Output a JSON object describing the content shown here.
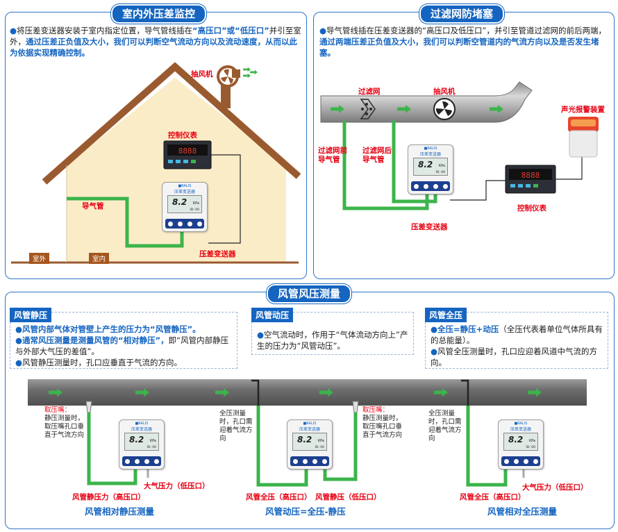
{
  "panels": {
    "indoor": {
      "title": "室内外压差监控",
      "desc_plain1": "将压差变送器安装于室内指定位置，导气管线插在",
      "desc_q1": "“高压口”或“低压口”",
      "desc_plain2": "并引至室外，",
      "desc_blue": "通过压差正负值及大小，我们可以判断空气流动方向以及流动速度，从而以此为依据实现精确控制。",
      "labels": {
        "fan": "抽风机",
        "controller": "控制仪表",
        "tube": "导气管",
        "transmitter": "压差变送器",
        "outdoor": "室外",
        "indoor": "室内"
      }
    },
    "filter": {
      "title": "过滤网防堵塞",
      "desc_plain": "导气管线插在压差变送器的“高压口及低压口”，并引至管道过滤网的前后两端，",
      "desc_blue": "通过两端压差正负值及大小，我们可以判断空管道内的气流方向以及是否发生堵塞。",
      "labels": {
        "filter": "过滤网",
        "fan": "抽风机",
        "alarm": "声光报警装置",
        "before_tube": "过滤网前导气管",
        "after_tube": "过滤网后导气管",
        "controller": "控制仪表",
        "transmitter": "压差变送器"
      }
    },
    "duct": {
      "title": "风管风压测量",
      "static": {
        "tag": "风管静压",
        "line1_blue": "风管内部气体对管壁上产生的压力为“风管静压”。",
        "line2_blue": "通常风压测量是测量风管的“相对静压”，",
        "line2_plain": "即“风管内部静压与外部大气压的差值”。",
        "line3": "风管静压测量时，孔口应垂直于气流的方向。"
      },
      "dynamic": {
        "tag": "风管动压",
        "line1": "空气流动时，作用于“气体流动方向上”产生的压力为“风管动压”。"
      },
      "total": {
        "tag": "风管全压",
        "line1_blue": "全压=静压+动压",
        "line1_plain": "（全压代表着单位气体所具有的总能量）。",
        "line2": "风管全压测量时，孔口应迎着风道中气流的方向。"
      },
      "annotations": {
        "tap_title": "取压嘴：",
        "tap_text": "静压测量时，取压嘴孔口垂直于气流方向",
        "total_text": "全压测量时，孔口需迎着气流方向",
        "tap_title_b": "取压嘴：",
        "tap_text_b": "静压测量时，取压嘴孔口垂直于气流方向",
        "total_text_b": "全压测量时，孔口需迎着气流方向"
      },
      "ports": {
        "a_high": "风管静压力（高压口）",
        "a_low": "大气压力（低压口）",
        "b_high": "风管全压（高压口）",
        "b_low": "风管静压（低压口）",
        "c_high": "风管全压（高压口）",
        "c_low": "大气压力（低压口）"
      },
      "captions": {
        "left": "风管相对静压测量",
        "middle": "风管动压=全压-静压",
        "right": "风管相对全压测量"
      }
    }
  },
  "device": {
    "brand": "■RALIS",
    "name": "压差变送器",
    "reading": "8.2",
    "unit": "KPa",
    "id": "ID: 00",
    "controller_reading": "8888"
  },
  "colors": {
    "accent": "#1565c0",
    "tube": "#3cb44b",
    "label_red": "#e60012",
    "house": "#fbecc8",
    "roof": "#9a5a2f",
    "pipe": "#6e6e6e"
  }
}
